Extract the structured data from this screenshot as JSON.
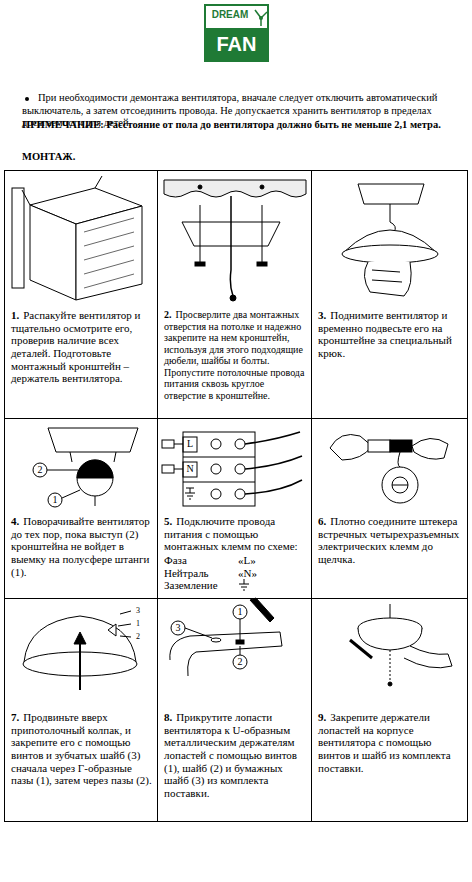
{
  "diagram": {
    "title": "МОНТАЖ.",
    "nodes": [
      {
        "text": [
          "1.",
          "Распакуйте вентилятор и тщательно осмотрите его, проверив наличие всех деталей. Подготовьте монтажный кронштейн – держатель вентилятора."
        ]
      },
      {
        "text": [
          "2.",
          "Просверлите два монтажных отверстия на потолке и надежно закрепите на нем кронштейн, используя для этого подходящие дюбели, шайбы и болты. Пропустите потолочные провода питания сквозь круглое отверстие в кронштейне."
        ]
      },
      {
        "text": [
          "3.",
          "Поднимите вентилятор и временно подвесьте его на кронштейне за специальный крюк."
        ]
      },
      {
        "text": [
          "4.",
          "Поворачивайте вентилятор до тех пор, пока выступ (2) кронштейна не войдет в выемку на полусфере штанги (1)."
        ]
      },
      {
        "text": [
          "5.",
          "Подключите провода питания с помощью монтажных клемм по схеме:",
          "Фаза",
          "«L»",
          "Нейтраль",
          "«N»",
          "Заземление"
        ]
      },
      {
        "text": [
          "6.",
          "Плотно соедините штекера встречных четырехразъемных электрических клемм до щелчка."
        ]
      },
      {
        "text": [
          "7.",
          "Продвиньте вверх припотолочный колпак, и закрепите его с помощью винтов и зубчатых шайб (3) сначала через Г-образные пазы (1), затем через пазы (2)."
        ]
      },
      {
        "text": [
          "8.",
          "Прикрутите лопасти вентилятора к U-образным металлическим держателям лопастей с помощью винтов (1), шайб (2) и бумажных шайб (3) из комплекта поставки."
        ]
      },
      {
        "text": [
          "9.",
          "Закрепите держатели лопастей на корпусе вентилятора с помощью винтов и шайб из комплекта поставки."
        ]
      }
    ],
    "labels": [
      "DREAM",
      "FAN",
      "При необходимости демонтажа вентилятора, вначале следует отключить автоматический выключатель, а затем отсоединить провода. Не допускается хранить вентилятор в пределах досягаемости для детей.",
      "ПРИМЕЧАНИЕ: Расстояние от пола до вентилятора должно быть не меньше 2,1 метра.",
      "2",
      "1",
      "L",
      "N",
      "3",
      "1",
      "2",
      "1",
      "2",
      "3"
    ]
  }
}
